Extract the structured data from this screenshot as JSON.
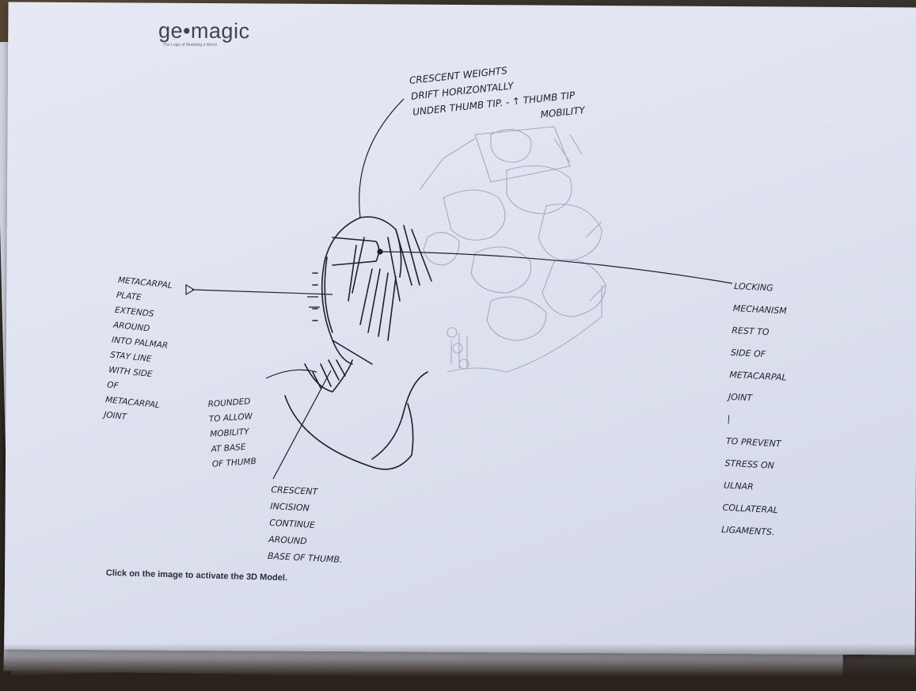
{
  "logo": {
    "brand": "ge•magic",
    "tagline": "The Logic of Modeling a World"
  },
  "caption": "Click on the image to activate the 3D Model.",
  "annotations": {
    "top": "CRESCENT WEIGHTS\nDRIFT HORIZONTALLY\nUNDER THUMB TIP. - ↑ THUMB TIP\n                                          MOBILITY",
    "left": "METACARPAL\nPLATE\nEXTENDS\nAROUND\nINTO PALMAR\nSTAY LINE\nWITH SIDE\nOF\nMETACARPAL\nJOINT",
    "middle_left": "ROUNDED\nTO ALLOW\nMOBILITY\nAT BASE\nOF THUMB",
    "bottom": "CRESCENT\nINCISION\nCONTINUE\nAROUND\nBASE OF THUMB.",
    "right": "LOCKING\nMECHANISM\nREST TO\nSIDE OF\nMETACARPAL\nJOINT\n|\nTO PREVENT\nSTRESS ON\nULNAR\nCOLLATERAL\nLIGAMENTS."
  }
}
